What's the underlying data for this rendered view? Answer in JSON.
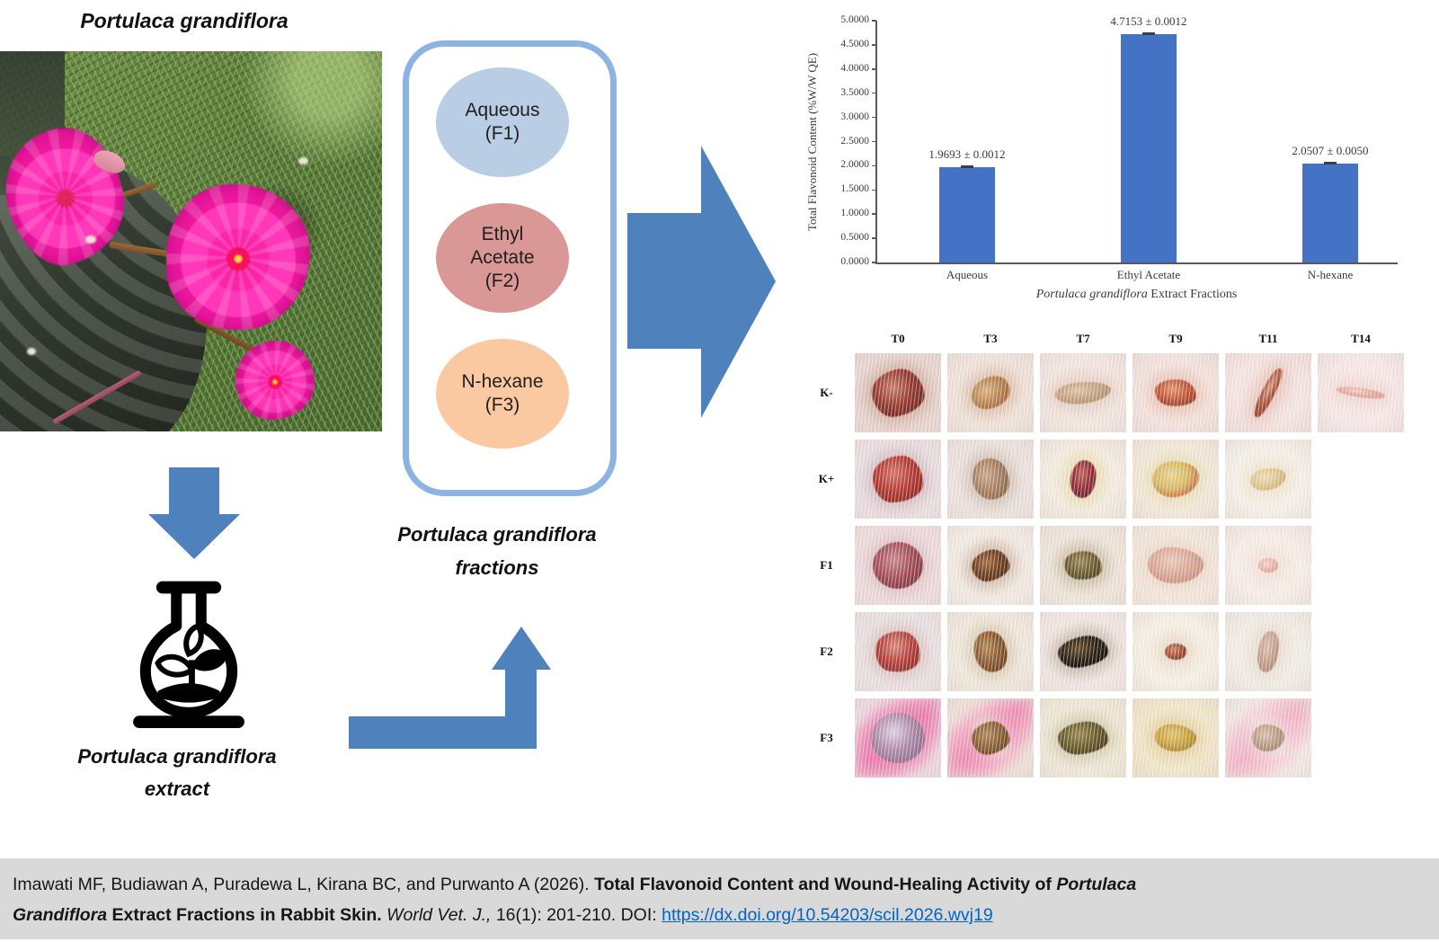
{
  "colors": {
    "arrow": "#4F81BD",
    "box_border": "#8DB3E2",
    "bar": "#4472C4",
    "band": "#D9D9D9",
    "link": "#0563C1"
  },
  "plant_title": "Portulaca grandiflora",
  "extract_label": {
    "line1": "Portulaca grandiflora",
    "line2": "extract"
  },
  "fractions_label": {
    "line1": "Portulaca grandiflora",
    "line2": "fractions"
  },
  "fractions": [
    {
      "name": "Aqueous",
      "code": "(F1)",
      "color": "#B9CDE5"
    },
    {
      "name": "Ethyl Acetate",
      "code": "(F2)",
      "color": "#D99795"
    },
    {
      "name": "N-hexane",
      "code": "(F3)",
      "color": "#FAC9A2"
    }
  ],
  "chart_data": {
    "type": "bar",
    "title": "",
    "ylabel": "Total Flavonoid Content (%W/W QE)",
    "xlabel_italic": "Portulaca grandiflora",
    "xlabel_rest": " Extract Fractions",
    "categories": [
      "Aqueous",
      "Ethyl Acetate",
      "N-hexane"
    ],
    "values": [
      1.9693,
      4.7153,
      2.0507
    ],
    "errors": [
      0.0012,
      0.0012,
      0.005
    ],
    "bar_labels": [
      "1.9693 ± 0.0012",
      "4.7153 ± 0.0012",
      "2.0507 ± 0.0050"
    ],
    "ylim": [
      0,
      5
    ],
    "yticks": [
      "0.0000",
      "0.5000",
      "1.0000",
      "1.5000",
      "2.0000",
      "2.5000",
      "3.0000",
      "3.5000",
      "4.0000",
      "4.5000",
      "5.0000"
    ],
    "bar_color": "#4472C4",
    "legend": "none",
    "grid": false
  },
  "wound_grid": {
    "columns": [
      "T0",
      "T3",
      "T7",
      "T9",
      "T11",
      "T14"
    ],
    "rows": [
      {
        "label": "K-",
        "cells": [
          {
            "s": "#e9d8d2",
            "c": "#943a31",
            "c2": "#6d241f",
            "light": "#c97f6a",
            "w": 58,
            "h": 52,
            "r": -8,
            "shape": "irregular",
            "halo": "rgba(180,120,100,0.45)"
          },
          {
            "s": "#efe3db",
            "c": "#b8854f",
            "c2": "#9a6436",
            "light": "#d9b187",
            "w": 44,
            "h": 34,
            "r": -25,
            "shape": "oval",
            "halo": "rgba(190,130,95,0.40)"
          },
          {
            "s": "#f1e6e0",
            "c": "#c3a183",
            "c2": "#a98863",
            "light": "#dcc3a8",
            "w": 62,
            "h": 24,
            "r": -5,
            "shape": "patch",
            "halo": "rgba(205,155,135,0.35)"
          },
          {
            "s": "#f2e2dd",
            "c": "#c2573c",
            "c2": "#8f3523",
            "light": "#dd9a6f",
            "w": 46,
            "h": 30,
            "r": 5,
            "shape": "irregular",
            "halo": "rgba(215,145,115,0.40)"
          },
          {
            "s": "#f3e3e1",
            "c": "#b05a41",
            "c2": "#8a3a28",
            "light": "#d5a288",
            "w": 14,
            "h": 60,
            "r": 27,
            "shape": "streak",
            "halo": "rgba(220,155,135,0.45)"
          },
          {
            "s": "#f5e7e6",
            "c": "#e3a99e",
            "c2": "#d4968c",
            "light": "#f0cfc6",
            "w": 54,
            "h": 10,
            "r": 8,
            "shape": "streak",
            "halo": "rgba(235,185,175,0.40)"
          }
        ]
      },
      {
        "label": "K+",
        "cells": [
          {
            "s": "#ebe2e5",
            "c": "#b23b33",
            "c2": "#8c231d",
            "light": "#d4756a",
            "w": 56,
            "h": 52,
            "r": 0,
            "shape": "irregular",
            "halo": "rgba(175,125,135,0.40)"
          },
          {
            "s": "#ece4df",
            "c": "#a87f62",
            "c2": "#85604a",
            "light": "#c8a88c",
            "w": 40,
            "h": 46,
            "r": -20,
            "shape": "oval",
            "halo": "rgba(165,135,115,0.40)"
          },
          {
            "s": "#f2ebe0",
            "c": "#93303c",
            "c2": "#6d1f2c",
            "light": "#c06a5a",
            "w": 28,
            "h": 42,
            "r": 8,
            "shape": "oval",
            "halo": "rgba(225,205,135,0.55)"
          },
          {
            "s": "#f1e9da",
            "c": "#d5b75f",
            "c2": "#c25246",
            "light": "#e8d490",
            "w": 52,
            "h": 40,
            "r": -5,
            "shape": "patch",
            "halo": "rgba(225,205,140,0.45)"
          },
          {
            "s": "#f3efe7",
            "c": "#ddc490",
            "c2": "#c6a86a",
            "light": "#eeddb5",
            "w": 40,
            "h": 24,
            "r": -10,
            "shape": "patch",
            "halo": "rgba(225,205,155,0.35)"
          },
          null
        ]
      },
      {
        "label": "F1",
        "cells": [
          {
            "s": "#efdfdf",
            "c": "#a34e57",
            "c2": "#7e333c",
            "light": "#c98790",
            "w": 56,
            "h": 52,
            "r": 0,
            "shape": "round",
            "halo": "rgba(195,145,155,0.40)"
          },
          {
            "s": "#f2ece5",
            "c": "#714023",
            "c2": "#4f2a14",
            "light": "#a56f42",
            "w": 42,
            "h": 34,
            "r": -12,
            "shape": "irregular",
            "halo": "rgba(155,105,75,0.40)"
          },
          {
            "s": "#eee5db",
            "c": "#6f5f35",
            "c2": "#4c3f1f",
            "light": "#9c8a58",
            "w": 42,
            "h": 32,
            "r": 5,
            "shape": "irregular",
            "halo": "rgba(155,135,95,0.45)"
          },
          {
            "s": "#f3e8dd",
            "c": "#d8a595",
            "c2": "#c08a78",
            "light": "#e9c8ba",
            "w": 62,
            "h": 40,
            "r": 3,
            "shape": "patch",
            "halo": "rgba(225,185,165,0.40)"
          },
          {
            "s": "#f5ece5",
            "c": "#e8b4a4",
            "c2": "#d89a88",
            "light": "#f3d4c8",
            "w": 22,
            "h": 16,
            "r": 0,
            "shape": "oval",
            "halo": "rgba(235,195,180,0.35)"
          },
          null
        ]
      },
      {
        "label": "F2",
        "cells": [
          {
            "s": "#e9e3e4",
            "c": "#b5413c",
            "c2": "#8a2a28",
            "light": "#d98a80",
            "w": 50,
            "h": 46,
            "r": 10,
            "shape": "irregular",
            "halo": "rgba(195,145,145,0.40)"
          },
          {
            "s": "#efe9dd",
            "c": "#8a5c33",
            "c2": "#66401f",
            "light": "#b58a57",
            "w": 36,
            "h": 46,
            "r": -15,
            "shape": "oval",
            "halo": "rgba(185,155,115,0.40)"
          },
          {
            "s": "#f2e9e4",
            "c": "#2c2318",
            "c2": "#120d08",
            "light": "#6b4f2e",
            "w": 56,
            "h": 34,
            "r": -8,
            "shape": "irregular",
            "halo": "rgba(125,105,75,0.40)"
          },
          {
            "s": "#f4efe3",
            "c": "#a5523a",
            "c2": "#7e3524",
            "light": "#c98866",
            "w": 24,
            "h": 18,
            "r": 0,
            "shape": "oval",
            "halo": "rgba(205,165,135,0.35)"
          },
          {
            "s": "#f1ece5",
            "c": "#c4a08d",
            "c2": "#ab8571",
            "light": "#dbc0ae",
            "w": 22,
            "h": 46,
            "r": 10,
            "shape": "streak",
            "halo": "rgba(215,185,165,0.35)"
          },
          null
        ]
      },
      {
        "label": "F3",
        "cells": [
          {
            "s": "#efdbe3",
            "dye": "#ee5f9f",
            "c": "#ab87a5",
            "c2": "#8c6886",
            "light": "#e0cde0",
            "w": 60,
            "h": 56,
            "r": 0,
            "shape": "round",
            "halo": "rgba(230,110,160,0.50)"
          },
          {
            "s": "#eee2da",
            "dye": "#f06ea6",
            "c": "#8a6136",
            "c2": "#654420",
            "light": "#b38c5c",
            "w": 42,
            "h": 36,
            "r": -10,
            "shape": "irregular",
            "halo": "rgba(235,130,170,0.35)"
          },
          {
            "s": "#efe9d8",
            "c": "#6b5c2e",
            "c2": "#46391a",
            "light": "#998a52",
            "w": 56,
            "h": 36,
            "r": -4,
            "shape": "irregular",
            "halo": "rgba(165,155,105,0.40)"
          },
          {
            "s": "#f0e6c9",
            "c": "#c9a23f",
            "c2": "#a07a24",
            "light": "#e0c470",
            "w": 46,
            "h": 30,
            "r": 6,
            "shape": "patch",
            "halo": "rgba(210,180,110,0.45)"
          },
          {
            "s": "#f2ece6",
            "dye": "#f4a0bd",
            "c": "#bb9c85",
            "c2": "#9c7c64",
            "light": "#d8c1ac",
            "w": 36,
            "h": 30,
            "r": 0,
            "shape": "patch",
            "halo": "rgba(230,170,190,0.30)"
          },
          null
        ]
      }
    ]
  },
  "citation": {
    "line1": [
      {
        "t": "Imawati MF, Budiawan A, Puradewa L, Kirana BC, and Purwanto A (2026). "
      },
      {
        "t": "Total Flavonoid Content and Wound-Healing Activity of ",
        "b": true
      },
      {
        "t": "Portulaca",
        "b": true,
        "i": true
      }
    ],
    "line2": [
      {
        "t": "Grandiflora",
        "b": true,
        "i": true
      },
      {
        "t": " Extract Fractions in Rabbit Skin. ",
        "b": true
      },
      {
        "t": "World Vet. J.,",
        "i": true
      },
      {
        "t": " 16(1): 201-210. DOI: "
      },
      {
        "t": "https://dx.doi.org/10.54203/scil.2026.wvj19",
        "link": true
      }
    ]
  }
}
